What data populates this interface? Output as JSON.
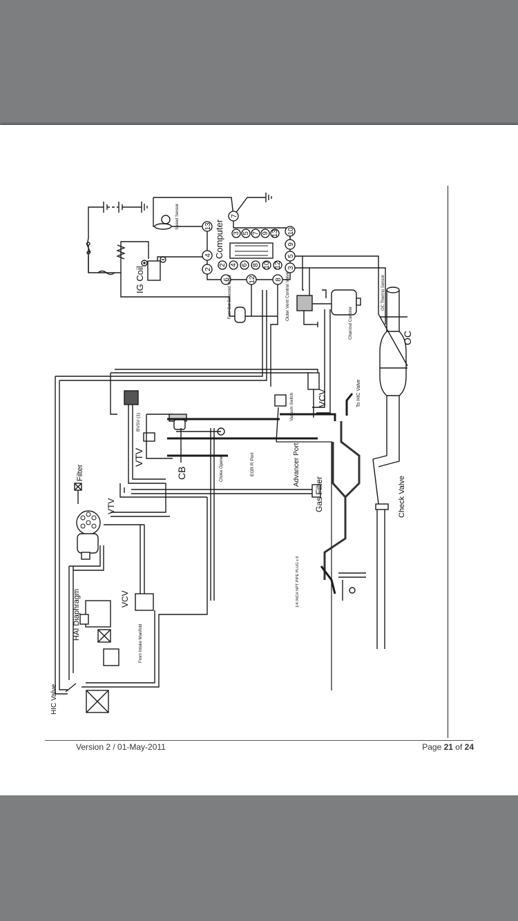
{
  "viewer": {
    "background_color": "#7d7e7f",
    "page_color": "#ffffff"
  },
  "footer": {
    "version": "Version 2 / 01-May-2011",
    "page_prefix": "Page ",
    "page_current": "21",
    "page_of": " of ",
    "page_total": "24"
  },
  "diagram": {
    "labels": {
      "computer": "Computer",
      "speed_sensor": "Speed Sensor",
      "ig_coil": "IG Coil",
      "fuel_cut": "Fuel Cut Solenoid Valve",
      "outer_vent": "Outer Vent Control Valve",
      "charcoal": "Charcoal Canister",
      "oc_thermo": "OC Thermo Sensor",
      "oc": "OC",
      "bvsv": "BVSV (1)",
      "vtv_upper": "VTV",
      "cb": "CB",
      "choke_opener": "Choke Opener",
      "egr_port": "EGR R Port",
      "advancer_port": "Advancer Port",
      "vacuum_switch": "Vacuum Switch",
      "vcv_upper": "VCV",
      "to_hic": "To HIC Valve",
      "gas_filter": "Gas Filter",
      "check_valve": "Check Valve",
      "filter": "Filter",
      "vtv_lower": "VTV",
      "hai": "HAI Diaphragm",
      "vcv_lower": "VCV",
      "from_intake": "From Intake Manifold",
      "hic_valve": "HIC Valve",
      "npt_plug": "1/4 INCH NPT PIPE PLUG x 6"
    },
    "computer_pins_outer": [
      "7",
      "13",
      "4",
      "2",
      "6",
      "12",
      "8",
      "3",
      "5",
      "9",
      "10"
    ],
    "connector_pins_top": [
      "3",
      "5",
      "7",
      "9",
      "13"
    ],
    "connector_pins_bottom": [
      "2",
      "4",
      "6",
      "8",
      "10",
      "12"
    ]
  }
}
